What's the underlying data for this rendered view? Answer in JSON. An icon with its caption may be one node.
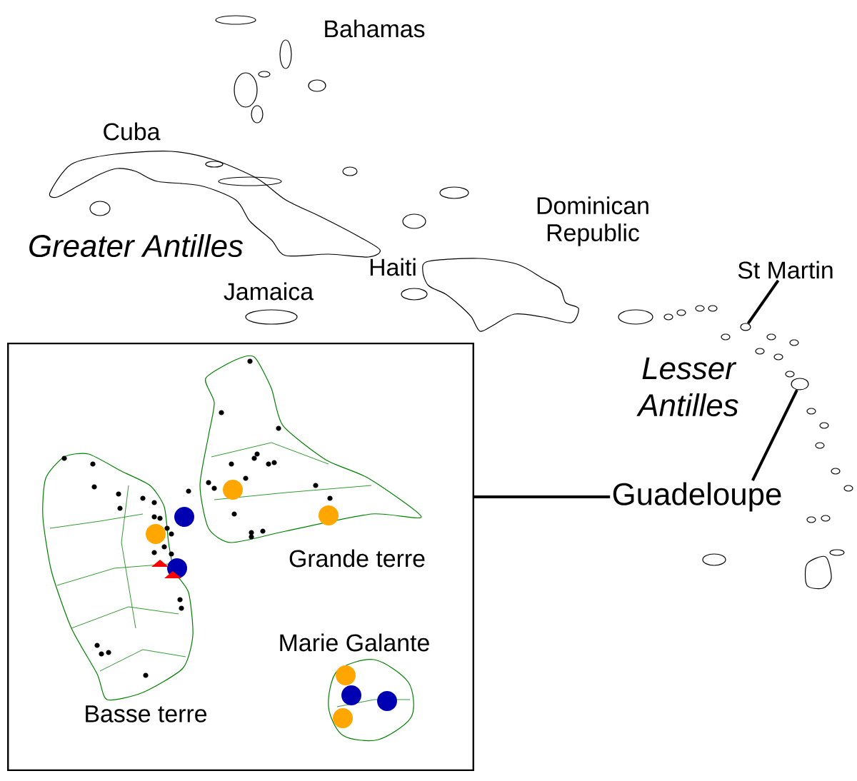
{
  "diagram": {
    "nodes": [
      {
        "text": [],
        "shape": "box"
      },
      {
        "text": [
          "Guadeloupe"
        ]
      },
      {
        "text": [
          "St Martin"
        ]
      },
      {
        "text": [],
        "shape": "circle"
      },
      {
        "text": [],
        "shape": "circle"
      }
    ],
    "edges": [
      {
        "from": 1,
        "to": 0,
        "arrow": "none"
      },
      {
        "from": 2,
        "to": 3,
        "arrow": "none"
      },
      {
        "from": 1,
        "to": 4,
        "arrow": "none"
      }
    ],
    "labels": [
      "Bahamas",
      "Cuba",
      "Greater Antilles",
      "Jamaica",
      "Haiti",
      "Dominican Republic",
      "Lesser Antilles",
      "Grande terre",
      "Marie Galante",
      "Basse terre"
    ]
  }
}
